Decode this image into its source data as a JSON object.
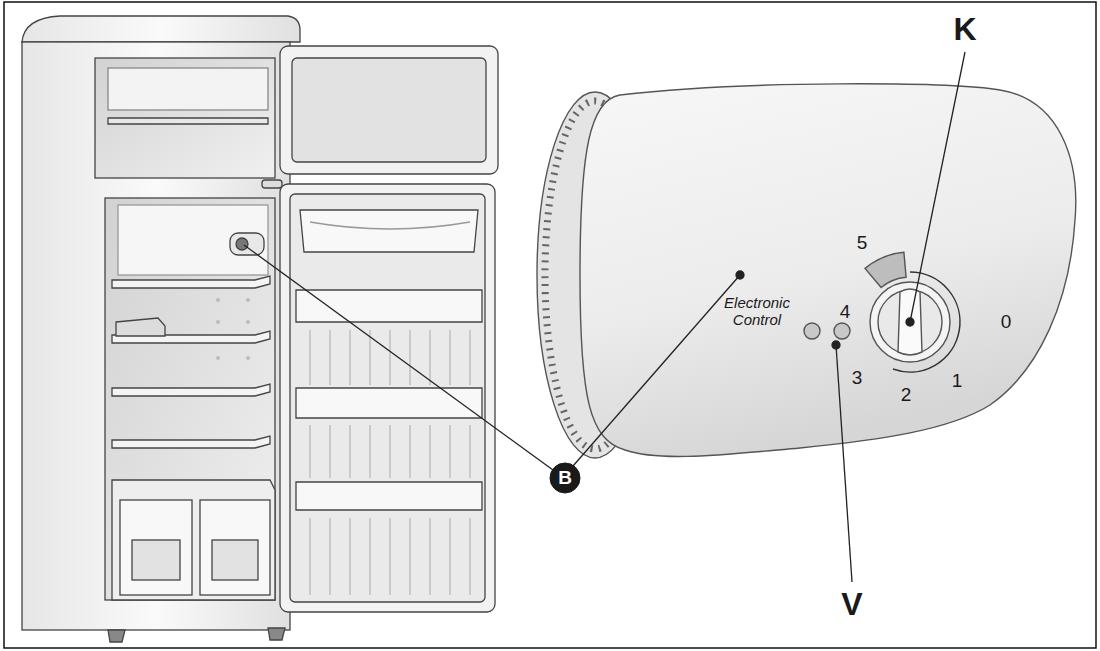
{
  "diagram": {
    "nodes": [
      {
        "text": [
          "B"
        ]
      }
    ],
    "labels": [
      "K",
      "5",
      "Electronic Control",
      "4",
      "3",
      "2",
      "1",
      "0",
      "V"
    ]
  }
}
